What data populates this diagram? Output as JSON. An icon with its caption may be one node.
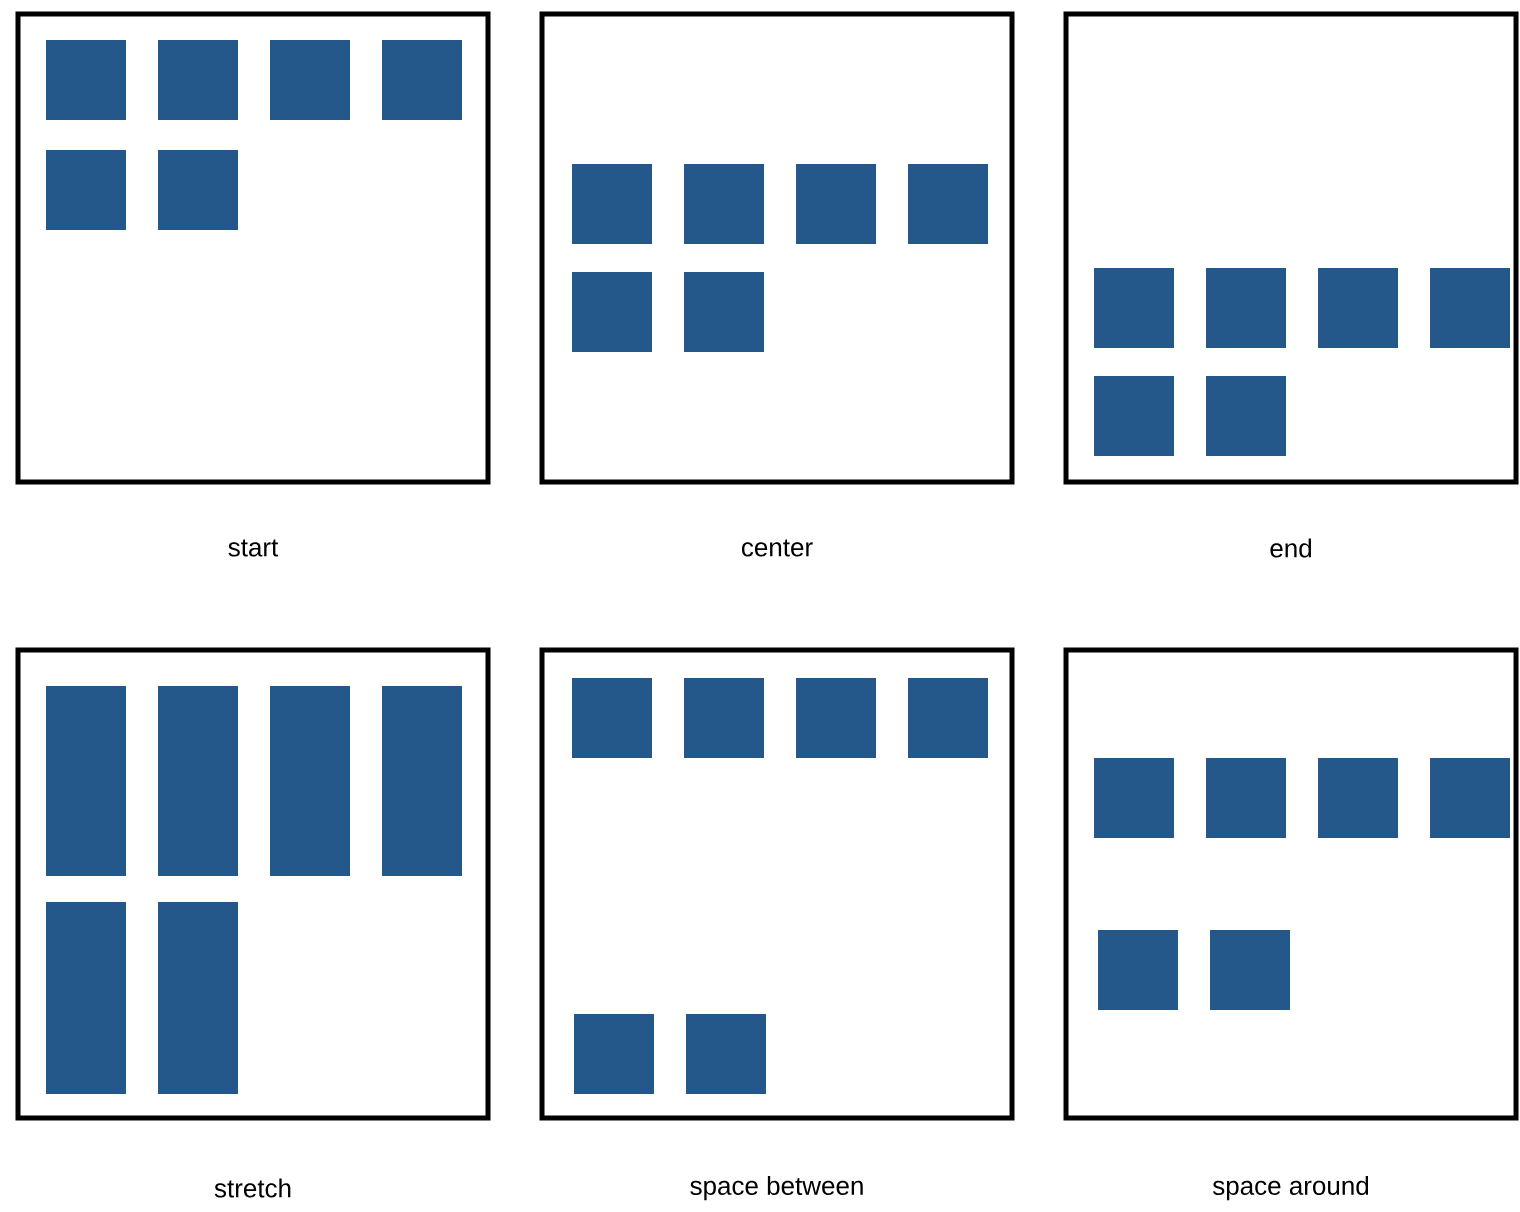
{
  "diagram": {
    "nodes": [
      {
        "text": [
          "start"
        ]
      },
      {
        "text": [
          "center"
        ]
      },
      {
        "text": [
          "end"
        ]
      },
      {
        "text": [
          "stretch"
        ]
      },
      {
        "text": [
          "space between"
        ]
      },
      {
        "text": [
          "space around"
        ]
      }
    ]
  }
}
